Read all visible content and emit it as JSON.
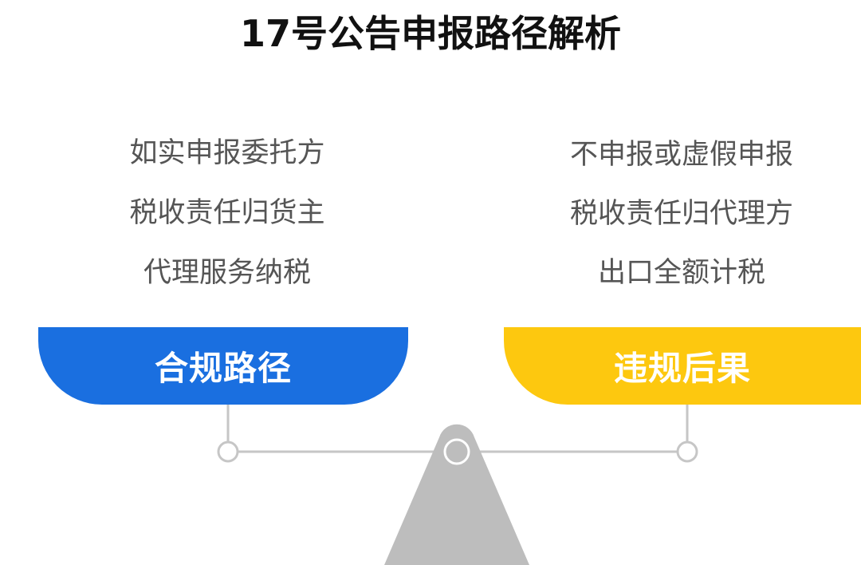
{
  "title": "17号公告申报路径解析",
  "left": {
    "lines": [
      "如实申报委托方",
      "税收责任归货主",
      "代理服务纳税"
    ],
    "label": "合规路径",
    "color": "#1a6fe0"
  },
  "right": {
    "lines": [
      "不申报或虚假申报",
      "税收责任归代理方",
      "出口全额计税"
    ],
    "label": "违规后果",
    "color": "#fdc80f"
  }
}
